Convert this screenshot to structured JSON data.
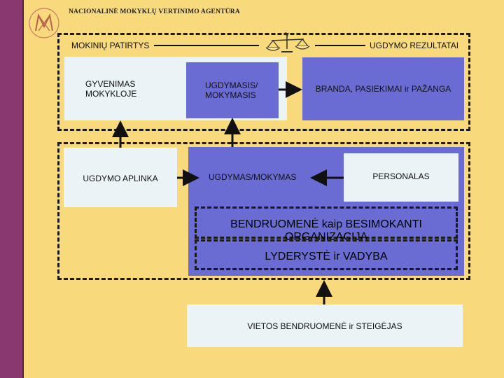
{
  "header": {
    "agency_name": "NACIONALINĖ MOKYKLŲ VERTINIMO AGENTŪRA"
  },
  "diagram": {
    "left_heading": "MOKINIŲ PATIRTYS",
    "right_heading": "UGDYMO REZULTATAI",
    "life_at_school": "GYVENIMAS MOKYKLOJE",
    "learning": "UGDYMASIS/ MOKYMASIS",
    "maturity": "BRANDA, PASIEKIMAI ir PAŽANGA",
    "environment": "UGDYMO APLINKA",
    "teaching": "UGDYMAS/MOKYMAS",
    "staff": "PERSONALAS",
    "community_org": "BENDRUOMENĖ kaip BESIMOKANTI ORGANIZACIJA",
    "leadership": "LYDERYSTĖ ir VADYBA",
    "local_community": "VIETOS BENDRUOMENĖ ir STEIGĖJAS"
  },
  "colors": {
    "background": "#f8da7c",
    "sidebar": "#8a3870",
    "box_light": "#eaf4f6",
    "box_blue": "#6b6bd4"
  },
  "icons": {
    "logo": "monogram-logo-icon",
    "scales": "balance-scales-icon"
  }
}
